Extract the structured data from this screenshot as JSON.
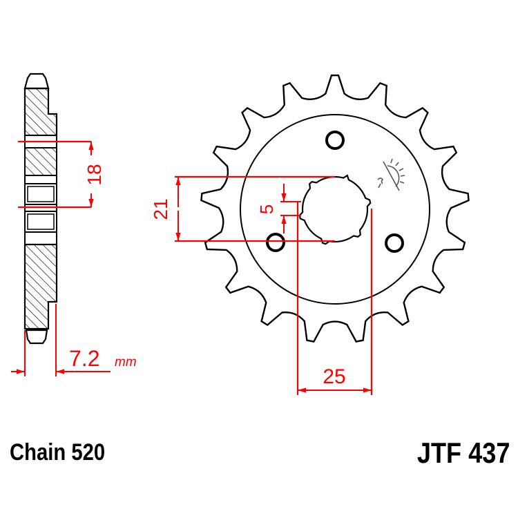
{
  "product": {
    "part_number": "JTF 437",
    "chain_label": "Chain 520"
  },
  "dimensions": {
    "thickness": "7.2",
    "thickness_unit": "mm",
    "hub_bore_side": "18",
    "spline_major": "21",
    "spline_minor_offset": "5",
    "bolt_spacing": "25"
  },
  "sprocket": {
    "teeth": 17,
    "bolt_holes": 3
  },
  "colors": {
    "outline": "#000000",
    "dimension": "#ff0000",
    "hatch": "#000000",
    "logo": "#555555"
  }
}
